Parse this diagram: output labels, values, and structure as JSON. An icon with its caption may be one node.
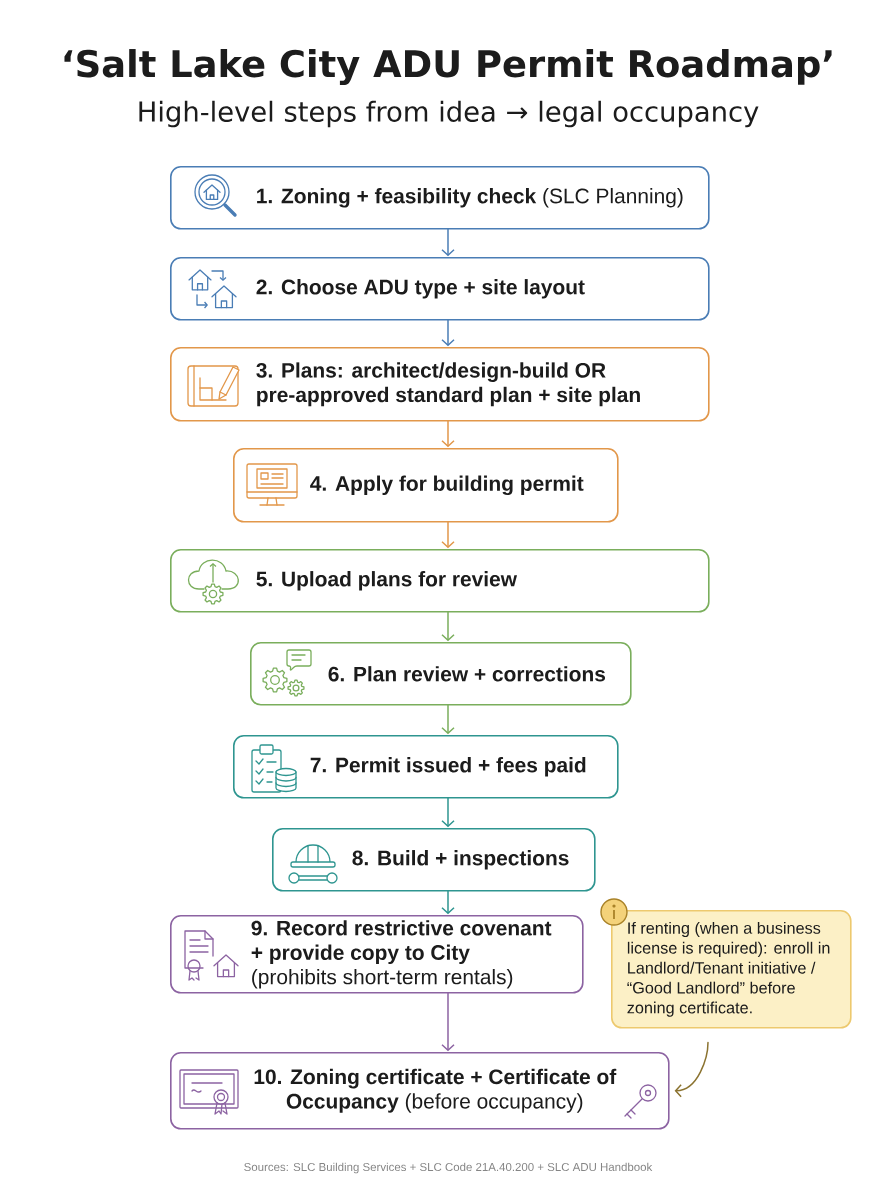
{
  "diagram": {
    "title": "‘Salt Lake City ADU Permit Roadmap’",
    "caption": "Sources: SLC Building Services + SLC Code 21A.40.200 + SLC ADU Handbook",
    "nodes": [
      {
        "text": [
          "**1. Zoning + feasibility check** (SLC Planning)"
        ]
      },
      {
        "text": [
          "2. Choose ADU type + site layout"
        ]
      },
      {
        "text": [
          "3. Plans: architect/design-build OR pre-approved standard plan + site plan"
        ]
      },
      {
        "text": [
          "4. Apply for building permit"
        ]
      },
      {
        "text": [
          "5. Upload plans for review"
        ]
      },
      {
        "text": [
          "6. Plan review + corrections"
        ]
      },
      {
        "text": [
          "7. Permit issued + fees paid"
        ]
      },
      {
        "text": [
          "8. Build + inspections"
        ]
      },
      {
        "text": [
          "**9. Record restrictive covenant + provide copy to City** (prohibits short-term rentals)"
        ]
      },
      {
        "text": [
          "**10. Zoning certificate + Certificate of Occupancy** (before occupancy)"
        ]
      },
      {
        "text": [
          "If renting (when a business license is required): enroll in Landlord/Tenant initiative / “Good Landlord” before zoning certificate."
        ]
      }
    ],
    "edges": [
      {
        "from": 0,
        "to": 1,
        "arrow": "to",
        "color": "#4a7db5"
      },
      {
        "from": 1,
        "to": 2,
        "arrow": "to",
        "color": "#4a7db5"
      },
      {
        "from": 2,
        "to": 3,
        "arrow": "to",
        "color": "#e2974a"
      },
      {
        "from": 3,
        "to": 4,
        "arrow": "to",
        "color": "#e2974a"
      },
      {
        "from": 4,
        "to": 5,
        "arrow": "to",
        "color": "#7aae5c"
      },
      {
        "from": 5,
        "to": 6,
        "arrow": "to",
        "color": "#7aae5c"
      },
      {
        "from": 6,
        "to": 7,
        "arrow": "to",
        "color": "#2e9590"
      },
      {
        "from": 7,
        "to": 8,
        "arrow": "to",
        "color": "#2e9590"
      },
      {
        "from": 8,
        "to": 9,
        "arrow": "to",
        "color": "#8c63a2"
      },
      {
        "from": 10,
        "to": 9,
        "arrow": "to",
        "color": "#8b7330"
      }
    ],
    "labels": [
      "High-level steps from idea → legal occupancy"
    ]
  }
}
